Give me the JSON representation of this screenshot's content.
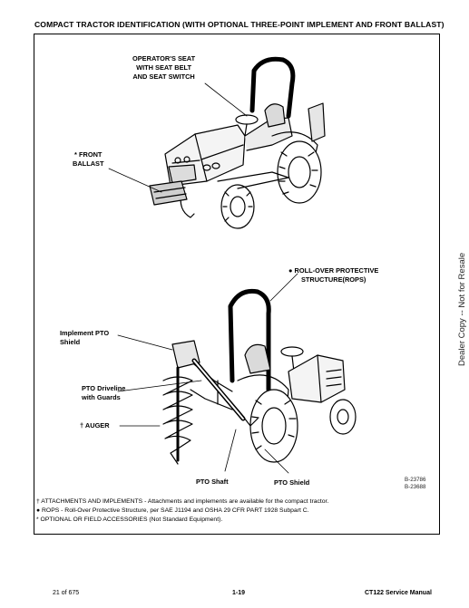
{
  "page_title": "COMPACT TRACTOR IDENTIFICATION (WITH OPTIONAL THREE-POINT IMPLEMENT AND FRONT BALLAST)",
  "callouts": {
    "seat": [
      "OPERATOR'S SEAT",
      "WITH SEAT BELT",
      "AND SEAT SWITCH"
    ],
    "ballast": [
      "* FRONT",
      "BALLAST"
    ],
    "rops": [
      "● ROLL-OVER PROTECTIVE",
      "STRUCTURE(ROPS)"
    ],
    "pto_shield_impl": [
      "Implement PTO",
      "Shield"
    ],
    "pto_driveline": [
      "PTO Driveline",
      "with Guards"
    ],
    "auger": "† AUGER",
    "pto_shaft": "PTO Shaft",
    "pto_shield": "PTO Shield"
  },
  "image_refs": [
    "B-23786",
    "B-23688"
  ],
  "footnotes": [
    "† ATTACHMENTS AND IMPLEMENTS - Attachments and implements are available for the compact tractor.",
    "●  ROPS - Roll-Over Protective Structure, per SAE J1194 and OSHA 29 CFR PART 1928 Subpart C.",
    "*   OPTIONAL OR FIELD ACCESSORIES (Not Standard Equipment)."
  ],
  "side_text": "Dealer Copy -- Not for Resale",
  "footer": {
    "page_count": "21 of 675",
    "page_number": "1-19",
    "manual": "CT122 Service Manual"
  }
}
